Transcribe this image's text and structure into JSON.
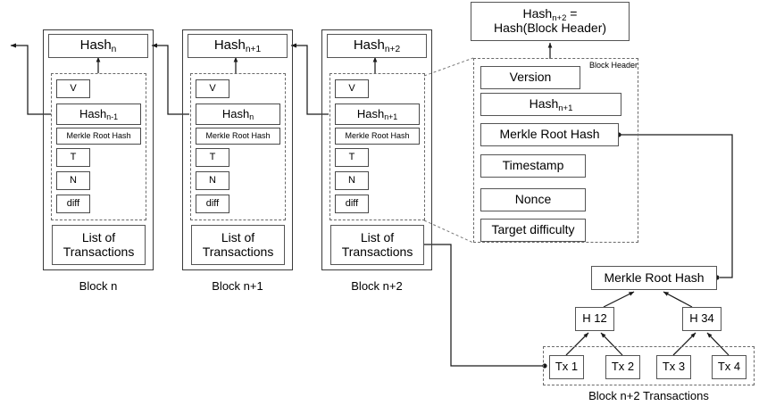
{
  "diagram": {
    "title": "Blockchain block structure and Merkle tree diagram",
    "colors": {
      "stroke": "#4a4a4a",
      "frame": "#3a3a3a",
      "dashed": "#6a6a6a",
      "background": "#ffffff"
    }
  },
  "blocks": [
    {
      "id": "block-n",
      "caption": "Block n",
      "hash_label_base": "Hash",
      "hash_label_sub": "n",
      "header_fields": [
        {
          "name": "version",
          "label": "V",
          "wide": false
        },
        {
          "name": "prev-hash",
          "label_base": "Hash",
          "label_sub": "n-1",
          "wide": true
        },
        {
          "name": "merkle-root",
          "label": "Merkle Root Hash",
          "wide": true
        },
        {
          "name": "timestamp",
          "label": "T",
          "wide": false
        },
        {
          "name": "nonce",
          "label": "N",
          "wide": false
        },
        {
          "name": "difficulty",
          "label": "diff",
          "wide": false
        }
      ],
      "transactions_label_line1": "List of",
      "transactions_label_line2": "Transactions"
    },
    {
      "id": "block-n1",
      "caption": "Block n+1",
      "hash_label_base": "Hash",
      "hash_label_sub": "n+1",
      "header_fields": [
        {
          "name": "version",
          "label": "V",
          "wide": false
        },
        {
          "name": "prev-hash",
          "label_base": "Hash",
          "label_sub": "n",
          "wide": true
        },
        {
          "name": "merkle-root",
          "label": "Merkle Root Hash",
          "wide": true
        },
        {
          "name": "timestamp",
          "label": "T",
          "wide": false
        },
        {
          "name": "nonce",
          "label": "N",
          "wide": false
        },
        {
          "name": "difficulty",
          "label": "diff",
          "wide": false
        }
      ],
      "transactions_label_line1": "List of",
      "transactions_label_line2": "Transactions"
    },
    {
      "id": "block-n2",
      "caption": "Block n+2",
      "hash_label_base": "Hash",
      "hash_label_sub": "n+2",
      "header_fields": [
        {
          "name": "version",
          "label": "V",
          "wide": false
        },
        {
          "name": "prev-hash",
          "label_base": "Hash",
          "label_sub": "n+1",
          "wide": true
        },
        {
          "name": "merkle-root",
          "label": "Merkle Root Hash",
          "wide": true
        },
        {
          "name": "timestamp",
          "label": "T",
          "wide": false
        },
        {
          "name": "nonce",
          "label": "N",
          "wide": false
        },
        {
          "name": "difficulty",
          "label": "diff",
          "wide": false
        }
      ],
      "transactions_label_line1": "List of",
      "transactions_label_line2": "Transactions"
    }
  ],
  "header_detail": {
    "result_line1_base": "Hash",
    "result_line1_sub": "n+2",
    "result_line1_suffix": " =",
    "result_line2": "Hash(Block Header)",
    "panel_label": "Block Header",
    "fields": [
      {
        "name": "version",
        "label": "Version"
      },
      {
        "name": "prev-hash",
        "label_base": "Hash",
        "label_sub": "n+1"
      },
      {
        "name": "merkle-root",
        "label": "Merkle Root Hash"
      },
      {
        "name": "timestamp",
        "label": "Timestamp"
      },
      {
        "name": "nonce",
        "label": "Nonce"
      },
      {
        "name": "difficulty",
        "label": "Target difficulty"
      }
    ]
  },
  "merkle_tree": {
    "root_label": "Merkle Root Hash",
    "intermediate": [
      {
        "name": "hash-12",
        "label": "H 12"
      },
      {
        "name": "hash-34",
        "label": "H 34"
      }
    ],
    "leaves": [
      {
        "name": "tx-1",
        "label": "Tx 1"
      },
      {
        "name": "tx-2",
        "label": "Tx 2"
      },
      {
        "name": "tx-3",
        "label": "Tx 3"
      },
      {
        "name": "tx-4",
        "label": "Tx 4"
      }
    ],
    "transactions_caption": "Block n+2 Transactions"
  }
}
